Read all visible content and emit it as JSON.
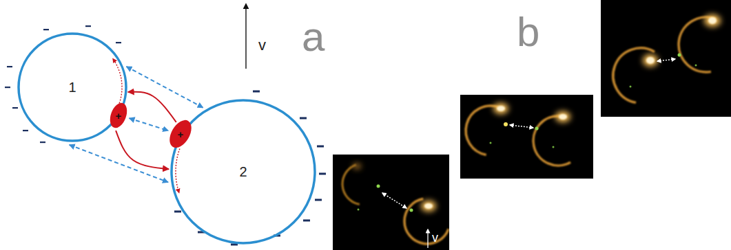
{
  "diagram": {
    "nodes": [
      {
        "text": [
          "1"
        ]
      },
      {
        "text": [
          "2"
        ]
      },
      {
        "text": [
          "+"
        ]
      },
      {
        "text": [
          "+"
        ]
      }
    ],
    "edges": [
      {
        "from": 0,
        "to": 1,
        "arrow": "both"
      },
      {
        "from": 2,
        "to": 3,
        "arrow": "both"
      },
      {
        "from": 0,
        "to": 1,
        "arrow": "both"
      },
      {
        "from": 3,
        "to": 0,
        "arrow": "to"
      },
      {
        "from": 2,
        "to": 1,
        "arrow": "to"
      }
    ],
    "labels": [
      "v",
      "a",
      "b",
      "v"
    ]
  }
}
